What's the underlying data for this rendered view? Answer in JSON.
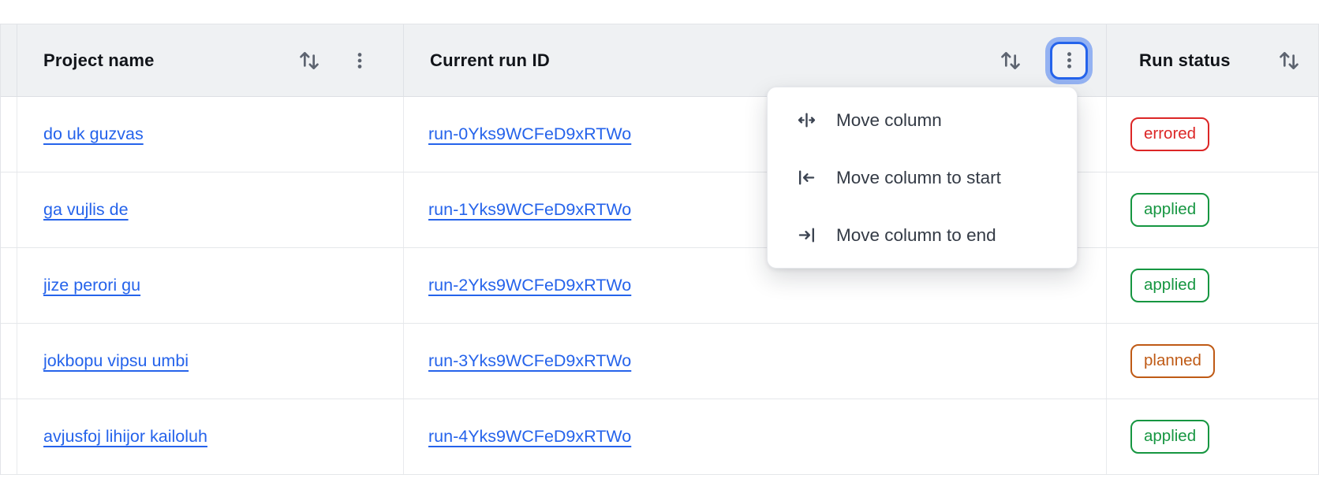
{
  "table": {
    "header": {
      "project_label": "Project name",
      "run_label": "Current run ID",
      "status_label": "Run status"
    },
    "rows": [
      {
        "project": "do uk guzvas",
        "run_id": "run-0Yks9WCFeD9xRTWo",
        "status": "errored"
      },
      {
        "project": "ga vujlis de",
        "run_id": "run-1Yks9WCFeD9xRTWo",
        "status": "applied"
      },
      {
        "project": "jize perori gu",
        "run_id": "run-2Yks9WCFeD9xRTWo",
        "status": "applied"
      },
      {
        "project": "jokbopu vipsu umbi",
        "run_id": "run-3Yks9WCFeD9xRTWo",
        "status": "planned"
      },
      {
        "project": "avjusfoj lihijor kailoluh",
        "run_id": "run-4Yks9WCFeD9xRTWo",
        "status": "applied"
      }
    ],
    "status_colors": {
      "errored": "#dc2626",
      "applied": "#169641",
      "planned": "#bf5a15"
    }
  },
  "menu": {
    "items": [
      {
        "label": "Move column",
        "icon": "move-column-icon"
      },
      {
        "label": "Move column to start",
        "icon": "move-column-to-start-icon"
      },
      {
        "label": "Move column to end",
        "icon": "move-column-to-end-icon"
      }
    ]
  },
  "colors": {
    "header_bg": "#eff1f3",
    "link": "#2563eb",
    "focus_border": "#2563eb",
    "icon_gray": "#5d6470",
    "menu_text": "#333a45"
  }
}
